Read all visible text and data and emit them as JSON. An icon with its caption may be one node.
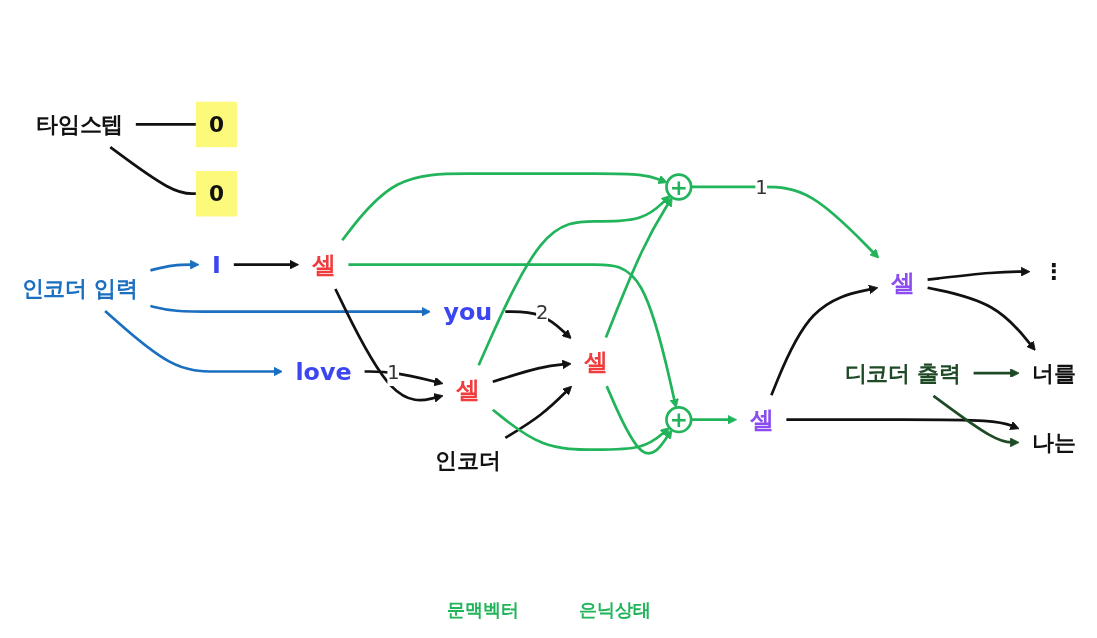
{
  "diagram": {
    "nodes": [
      {
        "text": [
          "타임스텝"
        ]
      },
      {
        "text": [
          "0"
        ]
      },
      {
        "text": [
          "0"
        ]
      },
      {
        "text": [
          "I"
        ]
      },
      {
        "text": [
          "셀"
        ]
      },
      {
        "text": [
          "+"
        ]
      },
      {
        "text": [
          "셀"
        ]
      },
      {
        "text": [
          "나는"
        ]
      },
      {
        "text": [
          "디코더 출력"
        ]
      },
      {
        "text": [
          "인코더 입력"
        ]
      },
      {
        "text": [
          "love"
        ]
      },
      {
        "text": [
          "셀"
        ]
      },
      {
        "text": [
          "+"
        ]
      },
      {
        "text": [
          "셀"
        ]
      },
      {
        "text": [
          "너를"
        ]
      },
      {
        "text": [
          "you"
        ]
      },
      {
        "text": [
          "셀"
        ]
      },
      {
        "text": [
          "⋮"
        ]
      },
      {
        "text": [
          "인코더"
        ]
      }
    ],
    "edges": [
      {
        "from": 9,
        "to": 3,
        "arrow": "to",
        "color": "#1b6fc0"
      },
      {
        "from": 9,
        "to": 10,
        "arrow": "to",
        "color": "#1b6fc0"
      },
      {
        "from": 9,
        "to": 15,
        "arrow": "to",
        "color": "#1b6fc0"
      },
      {
        "from": 3,
        "to": 4,
        "arrow": "to"
      },
      {
        "from": 10,
        "to": 11,
        "arrow": "to",
        "label": "1"
      },
      {
        "from": 15,
        "to": 16,
        "arrow": "to",
        "label": "2"
      },
      {
        "from": 4,
        "to": 11,
        "arrow": "to"
      },
      {
        "from": 11,
        "to": 16,
        "arrow": "to"
      },
      {
        "from": 18,
        "to": 16,
        "arrow": "to"
      },
      {
        "from": 4,
        "to": 5,
        "arrow": "to",
        "color": "#22b45a"
      },
      {
        "from": 4,
        "to": 12,
        "arrow": "to",
        "color": "#22b45a"
      },
      {
        "from": 11,
        "to": 5,
        "arrow": "to",
        "color": "#22b45a"
      },
      {
        "from": 11,
        "to": 12,
        "arrow": "to",
        "color": "#22b45a"
      },
      {
        "from": 16,
        "to": 5,
        "arrow": "to",
        "color": "#22b45a"
      },
      {
        "from": 16,
        "to": 12,
        "arrow": "to",
        "color": "#22b45a"
      },
      {
        "from": 5,
        "to": 6,
        "arrow": "to",
        "color": "#22b45a"
      },
      {
        "from": 12,
        "to": 13,
        "arrow": "to",
        "label": "1",
        "color": "#22b45a"
      },
      {
        "from": 6,
        "to": 13,
        "arrow": "to"
      },
      {
        "from": 13,
        "to": 17,
        "arrow": "to"
      },
      {
        "from": 6,
        "to": 7,
        "arrow": "to"
      },
      {
        "from": 13,
        "to": 14,
        "arrow": "to"
      },
      {
        "from": 8,
        "to": 7,
        "arrow": "to",
        "color": "#1e4a25"
      },
      {
        "from": 8,
        "to": 14,
        "arrow": "to",
        "color": "#1e4a25"
      },
      {
        "from": 0,
        "to": 1,
        "arrow": "none"
      },
      {
        "from": 0,
        "to": 2,
        "arrow": "none"
      }
    ],
    "labels": [
      "문맥벡터",
      "은닉상태"
    ]
  }
}
